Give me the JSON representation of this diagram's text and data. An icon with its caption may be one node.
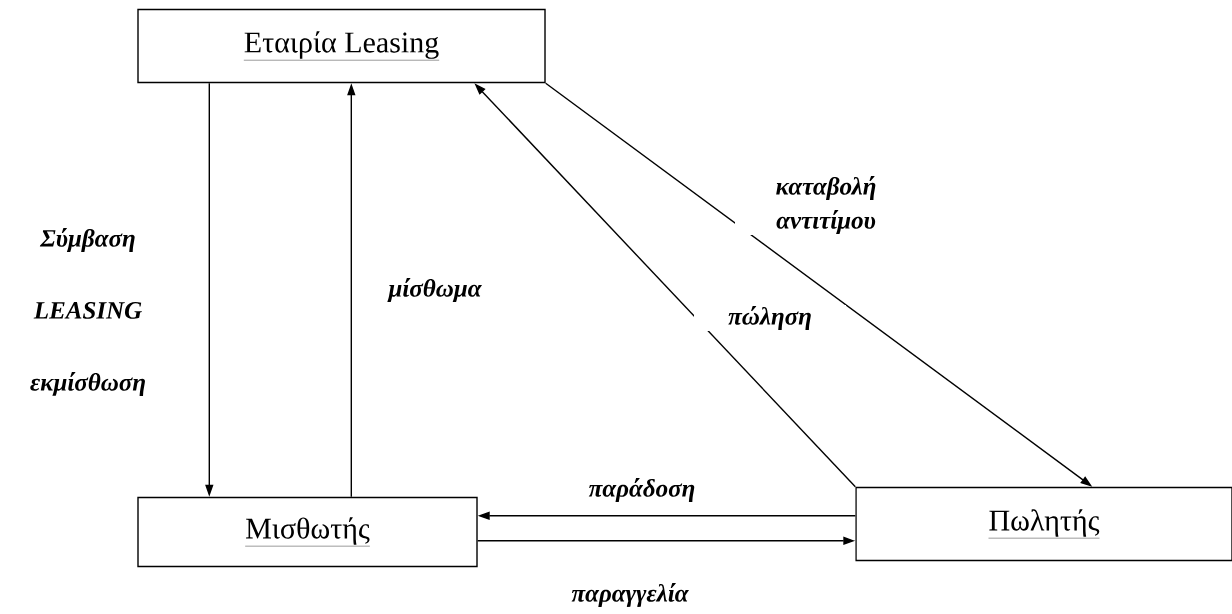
{
  "diagram": {
    "nodes": [
      {
        "text": [
          "Εταιρία Leasing"
        ]
      },
      {
        "text": [
          "Μισθωτής"
        ]
      },
      {
        "text": [
          "Πωλητής"
        ]
      }
    ],
    "edges": [
      {
        "from": 0,
        "to": 1,
        "arrow": "to",
        "label": "Σύμβαση LEASING εκμίσθωση"
      },
      {
        "from": 1,
        "to": 0,
        "arrow": "to",
        "label": "μίσθωμα"
      },
      {
        "from": 2,
        "to": 0,
        "arrow": "to",
        "label": "πώληση"
      },
      {
        "from": 0,
        "to": 2,
        "arrow": "to",
        "label": "καταβολή αντιτίμου"
      },
      {
        "from": 2,
        "to": 1,
        "arrow": "to",
        "label": "παράδοση"
      },
      {
        "from": 1,
        "to": 2,
        "arrow": "to",
        "label": "παραγγελία"
      }
    ]
  }
}
